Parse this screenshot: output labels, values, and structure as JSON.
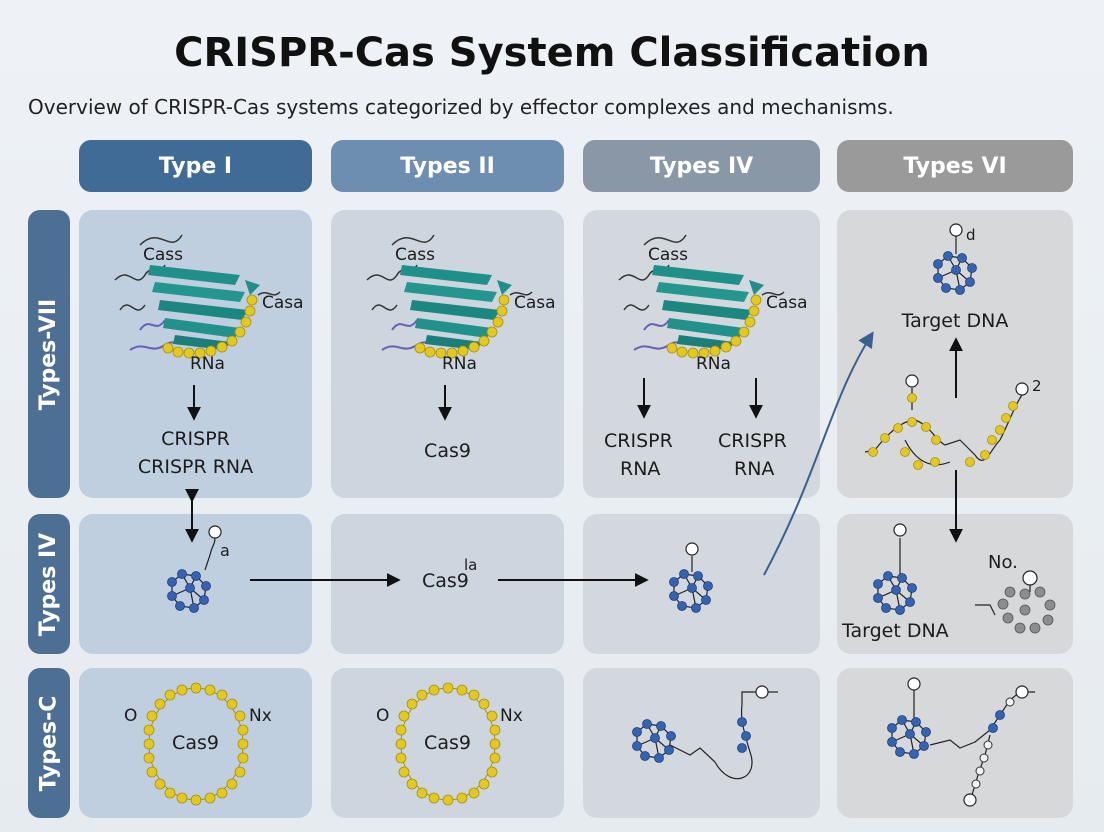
{
  "title": "CRISPR-Cas System Classification",
  "subtitle": "Overview of CRISPR-Cas systems categorized by effector complexes and mechanisms.",
  "columns": [
    "Type I",
    "Types II",
    "Types IV",
    "Types VI"
  ],
  "rows": [
    "Types-VII",
    "Types IV",
    "Types-C"
  ],
  "colors": {
    "col1": "#3f6b96",
    "col2": "#6d8eb1",
    "col3": "#8a97a6",
    "col4": "#9a9a9a",
    "teal": "#1f8f8a",
    "yellow": "#e3c81d",
    "blue": "#3563b3",
    "gray": "#8d8d8d",
    "arrow": "#3b5f8e"
  },
  "cells": {
    "r1c1": {
      "protein_label": "Cass",
      "side_label": "Casa",
      "rna_label": "RNa",
      "text_line1": "CRISPR",
      "text_line2": "CRISPR RNA"
    },
    "r1c2": {
      "protein_label": "Cass",
      "side_label": "Casa",
      "rna_label": "RNa",
      "text_line1": "Cas9"
    },
    "r1c3": {
      "protein_label": "Cass",
      "side_label": "Casa",
      "rna_label": "RNa",
      "left_line1": "CRISPR",
      "left_line2": "RNA",
      "right_line1": "CRISPR",
      "right_line2": "RNA"
    },
    "r1c4": {
      "top_label": "d",
      "target_label": "Target DNA",
      "node_label": "2"
    },
    "r2c1": {
      "node_label": "a"
    },
    "r2c2": {
      "text": "Cas9",
      "superscript": "la"
    },
    "r2c4": {
      "target_label": "Target DNA",
      "node_label": "No."
    },
    "r3c1": {
      "left_label": "O",
      "center_label": "Cas9",
      "right_label": "Nx"
    },
    "r3c2": {
      "left_label": "O",
      "center_label": "Cas9",
      "right_label": "Nx"
    }
  }
}
